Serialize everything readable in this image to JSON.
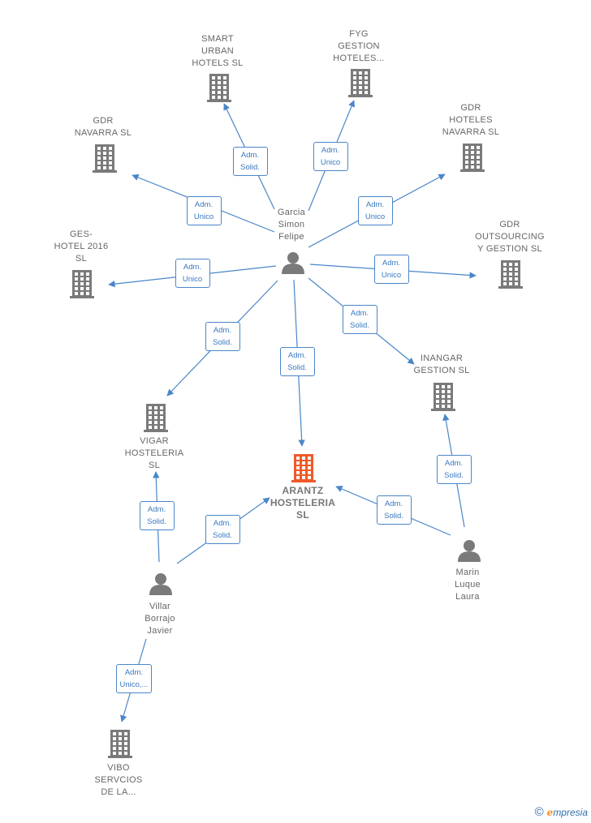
{
  "nodes": {
    "smart_urban": {
      "label": "SMART\nURBAN\nHOTELS  SL",
      "type": "company"
    },
    "fyg_gestion": {
      "label": "FYG\nGESTION\nHOTELES...",
      "type": "company"
    },
    "gdr_navarra": {
      "label": "GDR\nNAVARRA  SL",
      "type": "company"
    },
    "gdr_hoteles_navarra": {
      "label": "GDR\nHOTELES\nNAVARRA  SL",
      "type": "company"
    },
    "ges_hotel": {
      "label": "GES-\nHOTEL 2016\nSL",
      "type": "company"
    },
    "gdr_outsourcing": {
      "label": "GDR\nOUTSOURCING\nY GESTION  SL",
      "type": "company"
    },
    "inangar": {
      "label": "INANGAR\nGESTION  SL",
      "type": "company"
    },
    "vigar": {
      "label": "VIGAR\nHOSTELERIA\nSL",
      "type": "company"
    },
    "arantz": {
      "label": "ARANTZ\nHOSTELERIA\nSL",
      "type": "company-main"
    },
    "vibo": {
      "label": "VIBO\nSERVCIOS\nDE LA...",
      "type": "company"
    },
    "garcia": {
      "label": "Garcia\nSimon\nFelipe",
      "type": "person"
    },
    "marin": {
      "label": "Marin\nLuque\nLaura",
      "type": "person"
    },
    "villar": {
      "label": "Villar\nBorrajo\nJavier",
      "type": "person"
    }
  },
  "edges": [
    {
      "id": "e1",
      "from": "garcia",
      "to": "smart_urban",
      "label": "Adm.\nSolid."
    },
    {
      "id": "e2",
      "from": "garcia",
      "to": "fyg_gestion",
      "label": "Adm.\nUnico"
    },
    {
      "id": "e3",
      "from": "garcia",
      "to": "gdr_navarra",
      "label": "Adm.\nUnico"
    },
    {
      "id": "e4",
      "from": "garcia",
      "to": "gdr_hoteles_navarra",
      "label": "Adm.\nUnico"
    },
    {
      "id": "e5",
      "from": "garcia",
      "to": "ges_hotel",
      "label": "Adm.\nUnico"
    },
    {
      "id": "e6",
      "from": "garcia",
      "to": "gdr_outsourcing",
      "label": "Adm.\nUnico"
    },
    {
      "id": "e7",
      "from": "garcia",
      "to": "inangar",
      "label": "Adm.\nSolid."
    },
    {
      "id": "e8",
      "from": "garcia",
      "to": "vigar",
      "label": "Adm.\nSolid."
    },
    {
      "id": "e9",
      "from": "garcia",
      "to": "arantz",
      "label": "Adm.\nSolid."
    },
    {
      "id": "e10",
      "from": "marin",
      "to": "inangar",
      "label": "Adm.\nSolid."
    },
    {
      "id": "e11",
      "from": "marin",
      "to": "arantz",
      "label": "Adm.\nSolid."
    },
    {
      "id": "e12",
      "from": "villar",
      "to": "vigar",
      "label": "Adm.\nSolid."
    },
    {
      "id": "e13",
      "from": "villar",
      "to": "arantz",
      "label": "Adm.\nSolid."
    },
    {
      "id": "e14",
      "from": "villar",
      "to": "vibo",
      "label": "Adm.\nUnico,..."
    }
  ],
  "colors": {
    "edge": "#4a86c8",
    "company": "#7a7a7a",
    "main_company": "#f05a28",
    "person": "#7a7a7a"
  },
  "footer": {
    "copyright": "©",
    "brand_e": "e",
    "brand_rest": "mpresia"
  }
}
